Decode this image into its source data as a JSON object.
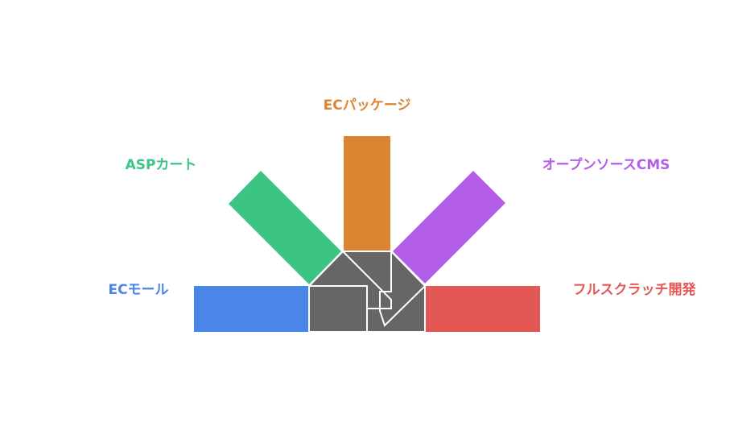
{
  "colors": {
    "ec_mall": "#4a86e8",
    "asp_cart": "#3cc482",
    "ec_package": "#dd8430",
    "open_source_cms": "#b35de8",
    "full_scratch": "#e35855",
    "hub": "#666666",
    "hub_stroke": "#ffffff"
  },
  "labels": {
    "ec_mall": "ECモール",
    "asp_cart": "ASPカート",
    "ec_package": "ECパッケージ",
    "open_source_cms": "オープンソースCMS",
    "full_scratch": "フルスクラッチ開発"
  }
}
